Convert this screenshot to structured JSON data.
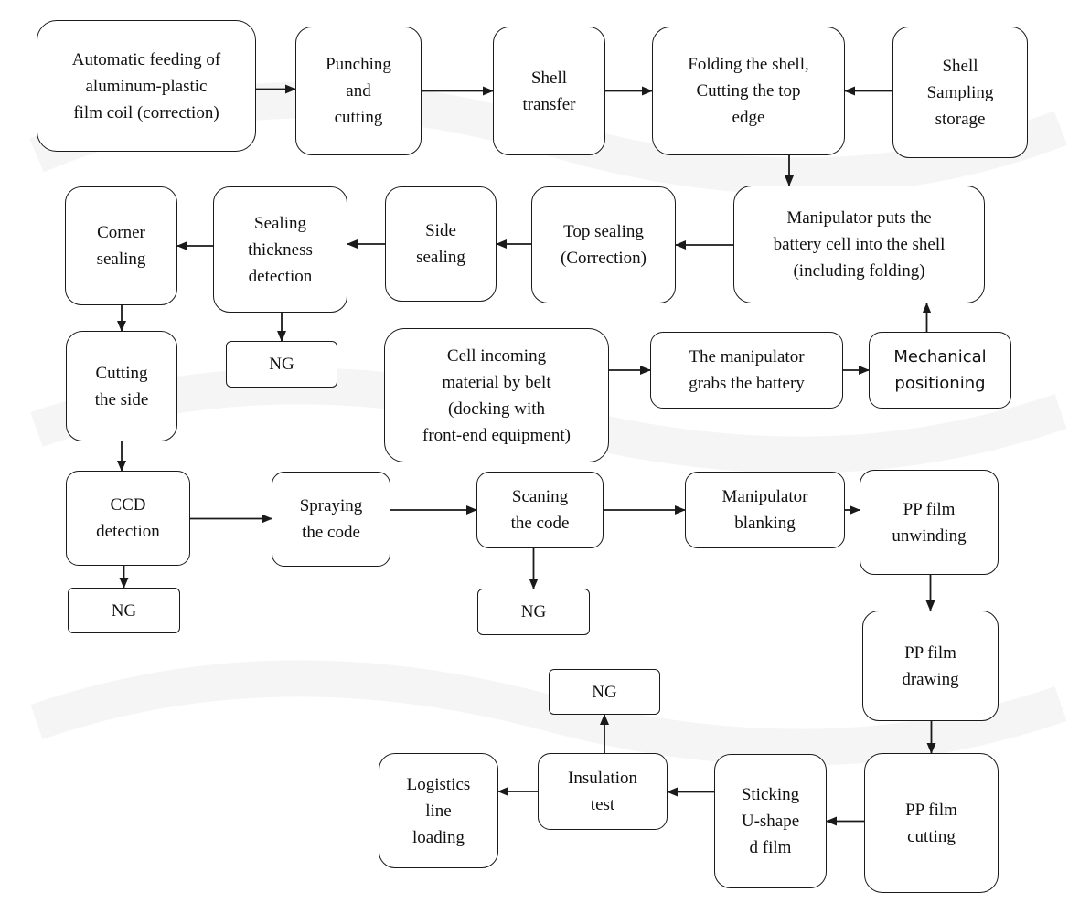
{
  "nodes": [
    {
      "id": "feeding",
      "label": "Automatic feeding of\naluminum-plastic\nfilm coil (correction)"
    },
    {
      "id": "punching",
      "label": "Punching\nand\ncutting"
    },
    {
      "id": "shell-transfer",
      "label": "Shell\ntransfer"
    },
    {
      "id": "folding",
      "label": "Folding the shell,\nCutting the top\nedge"
    },
    {
      "id": "sampling",
      "label": "Shell\nSampling\nstorage"
    },
    {
      "id": "manipulator-puts",
      "label": "Manipulator puts the\nbattery cell into the shell\n(including folding)"
    },
    {
      "id": "top-sealing",
      "label": "Top sealing\n(Correction)"
    },
    {
      "id": "side-sealing",
      "label": "Side\nsealing"
    },
    {
      "id": "thickness",
      "label": "Sealing\nthickness\ndetection"
    },
    {
      "id": "corner",
      "label": "Corner\nsealing"
    },
    {
      "id": "ng-1",
      "label": "NG"
    },
    {
      "id": "cutting-side",
      "label": "Cutting\nthe side"
    },
    {
      "id": "cell-incoming",
      "label": "Cell incoming\nmaterial by belt\n(docking with\nfront-end equipment)"
    },
    {
      "id": "grabs",
      "label": "The manipulator\ngrabs the battery"
    },
    {
      "id": "mechanical",
      "label": "Mechanical\npositioning"
    },
    {
      "id": "ccd",
      "label": "CCD\ndetection"
    },
    {
      "id": "spraying",
      "label": "Spraying\nthe code"
    },
    {
      "id": "scanning",
      "label": "Scaning\nthe code"
    },
    {
      "id": "blanking",
      "label": "Manipulator\nblanking"
    },
    {
      "id": "pp-unwinding",
      "label": "PP film\nunwinding"
    },
    {
      "id": "ng-2",
      "label": "NG"
    },
    {
      "id": "ng-3",
      "label": "NG"
    },
    {
      "id": "pp-drawing",
      "label": "PP film\ndrawing"
    },
    {
      "id": "ng-4",
      "label": "NG"
    },
    {
      "id": "logistics",
      "label": "Logistics\nline\nloading"
    },
    {
      "id": "insulation",
      "label": "Insulation\ntest"
    },
    {
      "id": "sticking",
      "label": "Sticking\nU-shape\nd film"
    },
    {
      "id": "pp-cutting",
      "label": "PP film\ncutting"
    }
  ],
  "edges": [
    [
      "feeding",
      "punching"
    ],
    [
      "punching",
      "shell-transfer"
    ],
    [
      "shell-transfer",
      "folding"
    ],
    [
      "sampling",
      "folding"
    ],
    [
      "folding",
      "manipulator-puts"
    ],
    [
      "manipulator-puts",
      "top-sealing"
    ],
    [
      "top-sealing",
      "side-sealing"
    ],
    [
      "side-sealing",
      "thickness"
    ],
    [
      "thickness",
      "corner"
    ],
    [
      "thickness",
      "ng-1"
    ],
    [
      "corner",
      "cutting-side"
    ],
    [
      "cell-incoming",
      "grabs"
    ],
    [
      "grabs",
      "mechanical"
    ],
    [
      "mechanical",
      "manipulator-puts"
    ],
    [
      "cutting-side",
      "ccd"
    ],
    [
      "ccd",
      "spraying"
    ],
    [
      "ccd",
      "ng-2"
    ],
    [
      "spraying",
      "scanning"
    ],
    [
      "scanning",
      "blanking"
    ],
    [
      "scanning",
      "ng-3"
    ],
    [
      "blanking",
      "pp-unwinding"
    ],
    [
      "pp-unwinding",
      "pp-drawing"
    ],
    [
      "pp-drawing",
      "pp-cutting"
    ],
    [
      "pp-cutting",
      "sticking"
    ],
    [
      "sticking",
      "insulation"
    ],
    [
      "insulation",
      "logistics"
    ],
    [
      "insulation",
      "ng-4"
    ]
  ],
  "colors": {
    "stroke": "#1a1a1a",
    "text": "#111111",
    "background": "#ffffff",
    "watermark": "#f4f4f4"
  }
}
